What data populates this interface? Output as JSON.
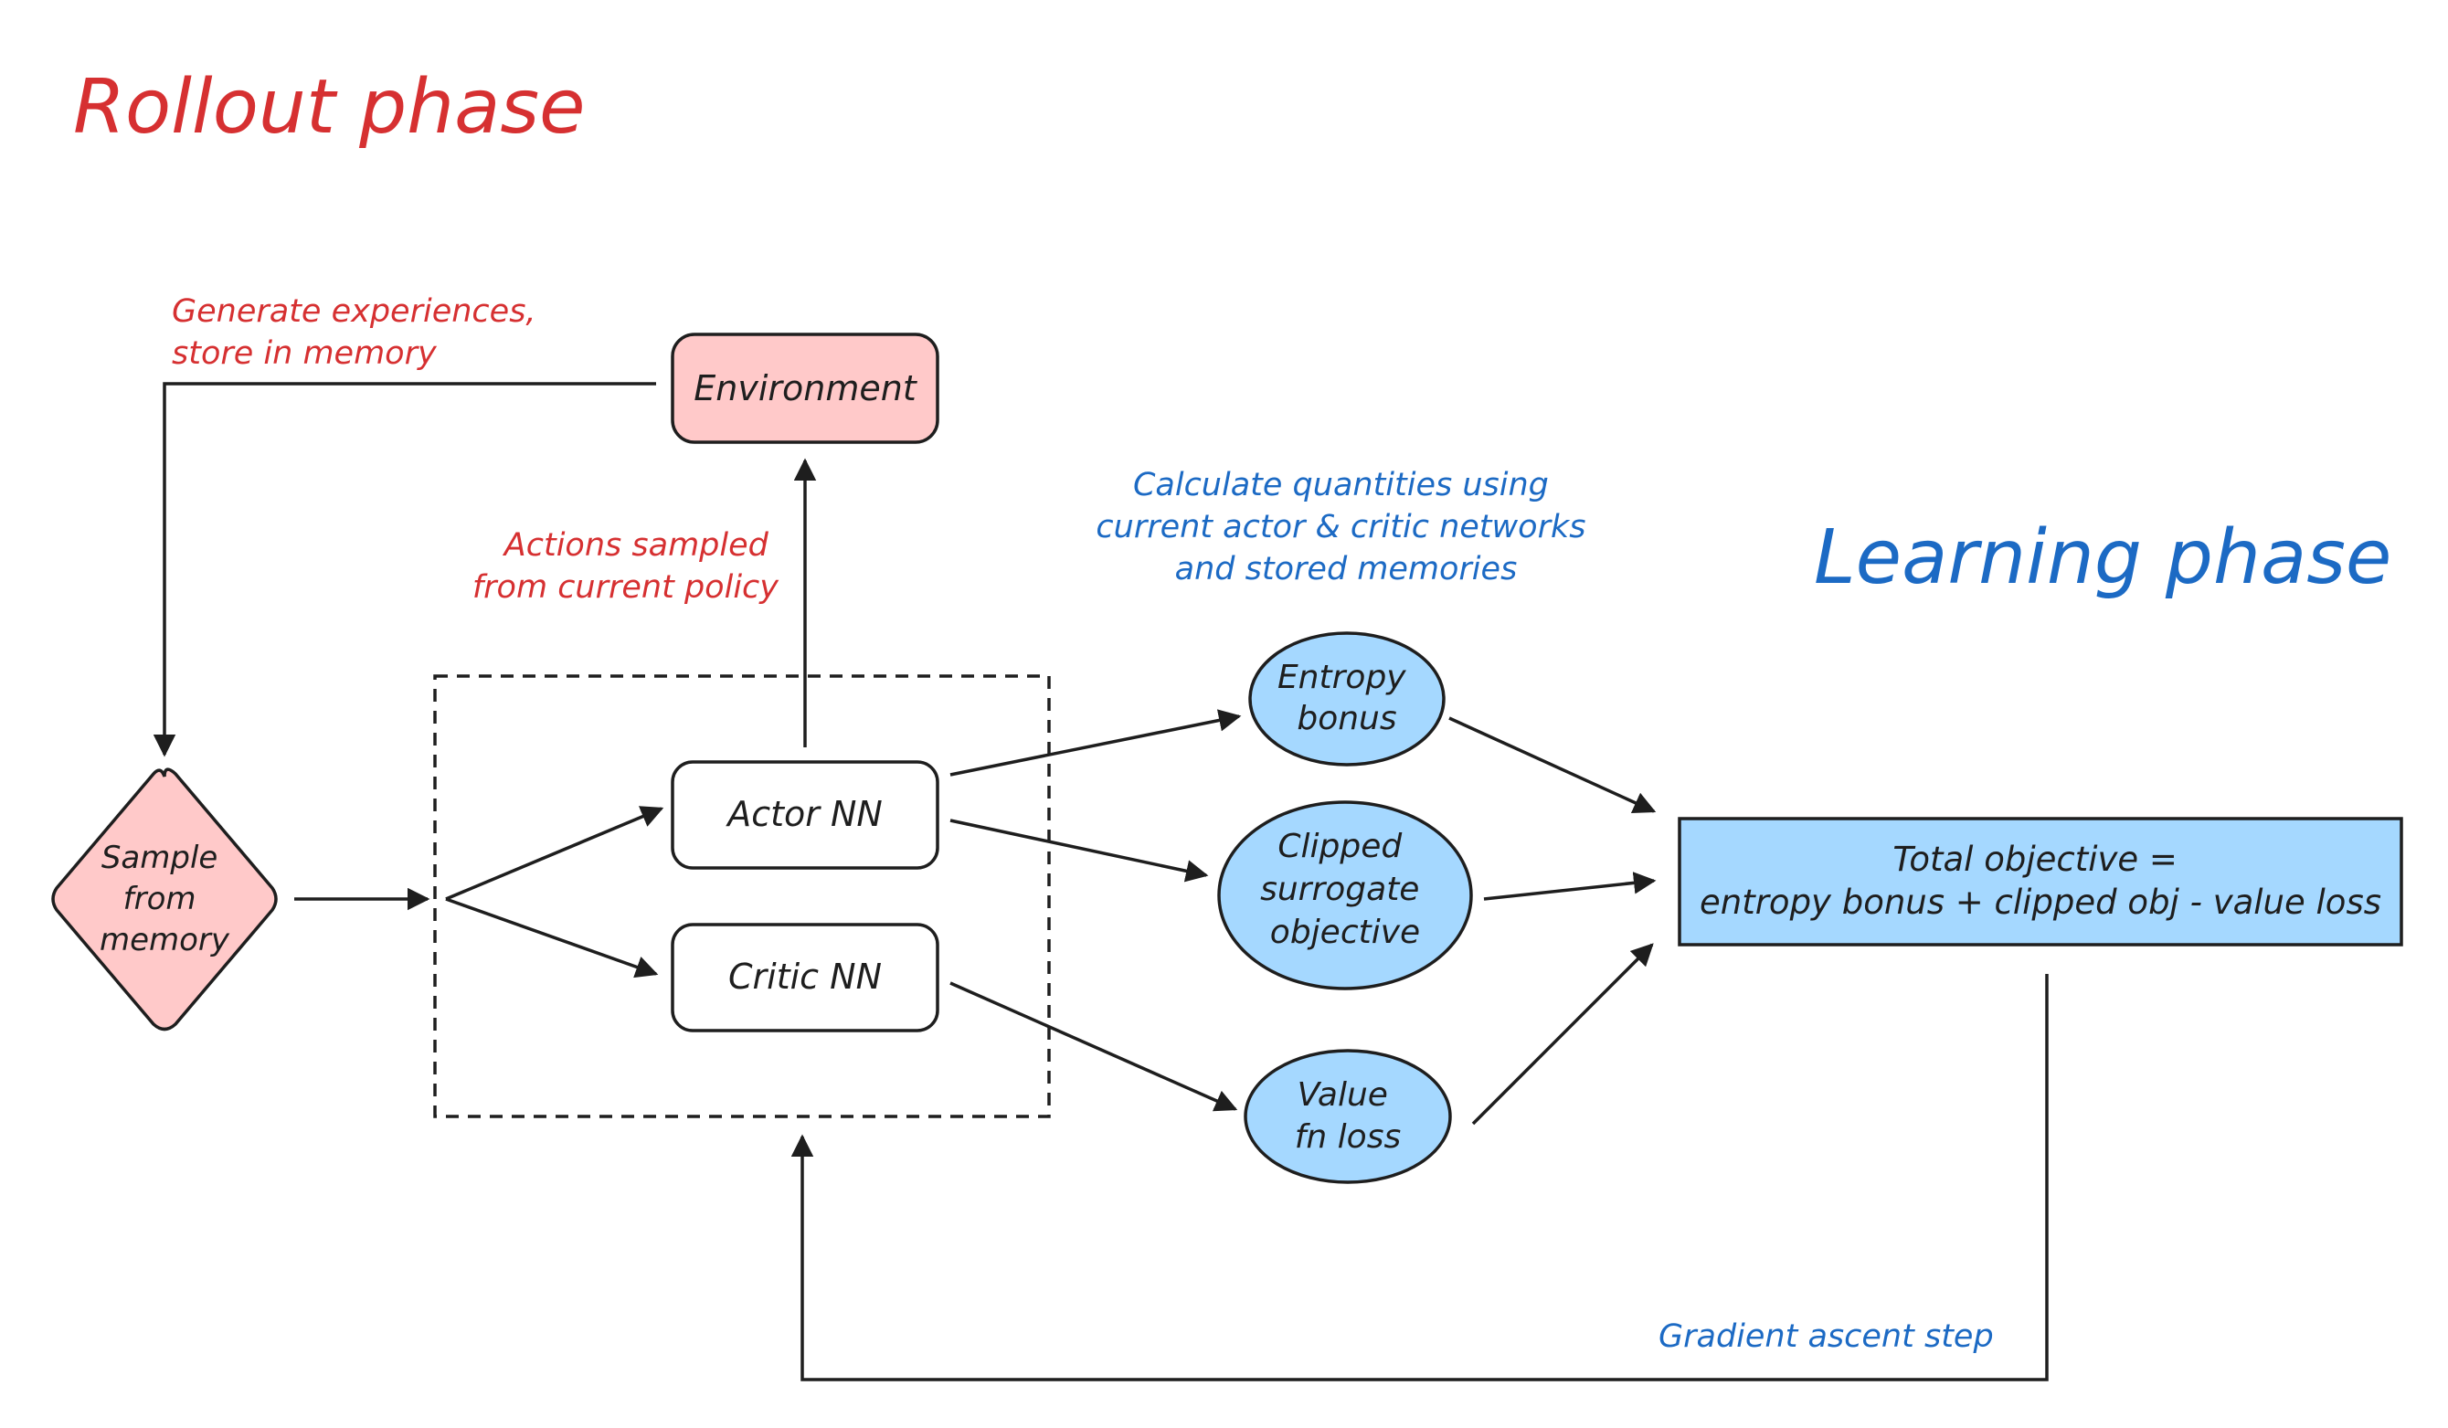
{
  "rollout": {
    "title": "Rollout phase",
    "color": "#d63031",
    "generate_note": [
      "Generate experiences,",
      "store in memory"
    ],
    "actions_note": [
      "Actions sampled",
      "from current policy"
    ]
  },
  "learning": {
    "title": "Learning phase",
    "color": "#1c6ac4",
    "calc_note": [
      "Calculate quantities using",
      "current actor & critic networks",
      "and stored memories"
    ],
    "gradient_note": "Gradient ascent step"
  },
  "nodes": {
    "environment": "Environment",
    "sample": [
      "Sample",
      "from",
      "memory"
    ],
    "actor": "Actor NN",
    "critic": "Critic NN",
    "entropy": [
      "Entropy",
      "bonus"
    ],
    "clipped": [
      "Clipped",
      "surrogate",
      "objective"
    ],
    "value": [
      "Value",
      "fn loss"
    ],
    "total": [
      "Total objective =",
      "entropy bonus + clipped obj - value loss"
    ]
  },
  "colors": {
    "pink_fill": "#ffc9c9",
    "blue_fill": "#a5d8ff",
    "stroke": "#1e1e1e"
  }
}
